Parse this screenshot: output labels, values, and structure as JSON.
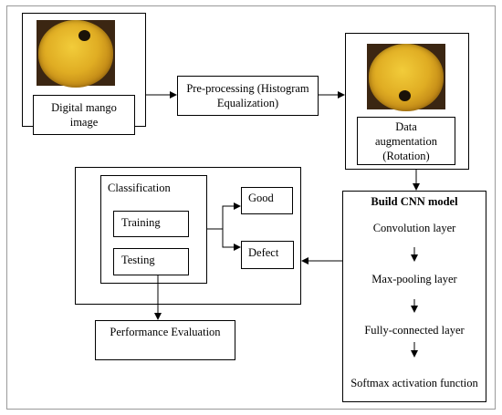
{
  "input": {
    "label": "Digital mango\nimage"
  },
  "preprocessing": {
    "label": "Pre-processing (Histogram\nEqualization)"
  },
  "augmentation": {
    "label": "Data\naugmentation\n(Rotation)"
  },
  "cnn": {
    "title": "Build CNN model",
    "layers": [
      "Convolution layer",
      "Max-pooling layer",
      "Fully-connected layer",
      "Softmax activation function"
    ]
  },
  "classification": {
    "title": "Classification",
    "training": "Training",
    "testing": "Testing",
    "good": "Good",
    "defect": "Defect"
  },
  "evaluation": {
    "label": "Performance Evaluation"
  }
}
